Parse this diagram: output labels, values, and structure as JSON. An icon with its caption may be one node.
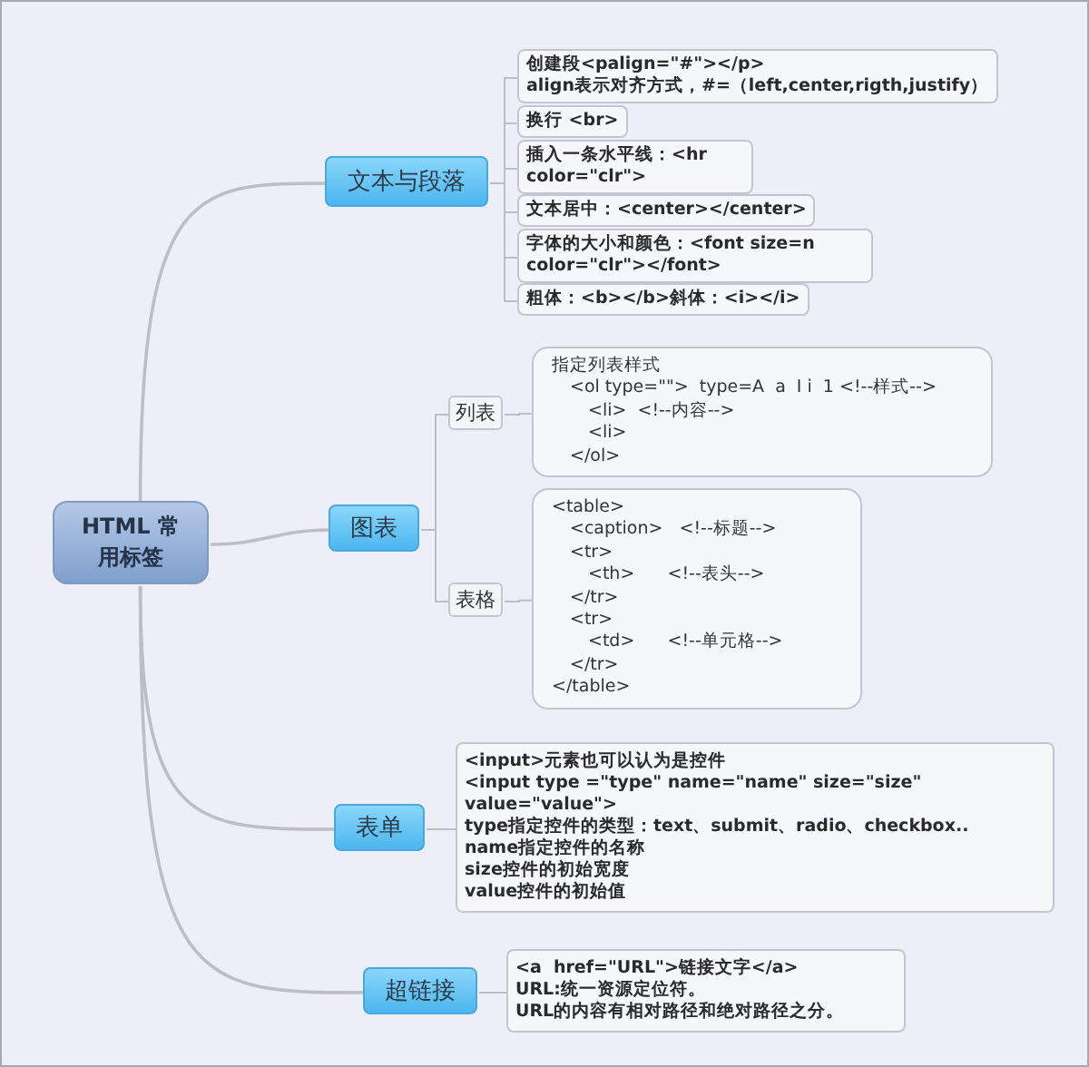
{
  "diagram": {
    "nodes": [
      {
        "text": [
          "HTML 常用标签"
        ]
      },
      {
        "text": [
          "文本与段落"
        ]
      },
      {
        "text": [
          "创建段<palign=\"#\"></p>",
          "align表示对齐方式，#=（left,center,rigth,justify）"
        ]
      },
      {
        "text": [
          "换行 <br>"
        ]
      },
      {
        "text": [
          "插入一条水平线：<hr color=\"clr\">"
        ]
      },
      {
        "text": [
          "文本居中：<center></center>"
        ]
      },
      {
        "text": [
          "字体的大小和颜色：<font size=n color=\"clr\"></font>"
        ]
      },
      {
        "text": [
          "粗体：<b></b>斜体：<i></i>"
        ]
      },
      {
        "text": [
          "图表"
        ]
      },
      {
        "text": [
          "列表"
        ]
      },
      {
        "text": [
          "指定列表样式",
          "<ol type=\"\">  type=A  a  I i  1 <!--样式-->",
          "<li>  <!--内容-->",
          "<li>",
          "</ol>"
        ]
      },
      {
        "text": [
          "表格"
        ]
      },
      {
        "text": [
          "<table>",
          "<caption>   <!--标题-->",
          "<tr>",
          "<th>      <!--表头-->",
          "</tr>",
          "<tr>",
          "<td>      <!--单元格-->",
          "</tr>",
          "</table>"
        ]
      },
      {
        "text": [
          "表单"
        ]
      },
      {
        "text": [
          "<input>元素也可以认为是控件",
          "<input type =\"type\" name=\"name\" size=\"size\" value=\"value\">",
          "type指定控件的类型：text、submit、radio、checkbox..",
          "name指定控件的名称",
          "size控件的初始宽度",
          "value控件的初始值"
        ]
      },
      {
        "text": [
          "超链接"
        ]
      },
      {
        "text": [
          "<a  href=\"URL\">链接文字</a>",
          "URL:统一资源定位符。",
          "URL的内容有相对路径和绝对路径之分。"
        ]
      }
    ],
    "edges": [
      {
        "from": 0,
        "to": 1,
        "arrow": "none"
      },
      {
        "from": 1,
        "to": 2,
        "arrow": "none"
      },
      {
        "from": 1,
        "to": 3,
        "arrow": "none"
      },
      {
        "from": 1,
        "to": 4,
        "arrow": "none"
      },
      {
        "from": 1,
        "to": 5,
        "arrow": "none"
      },
      {
        "from": 1,
        "to": 6,
        "arrow": "none"
      },
      {
        "from": 1,
        "to": 7,
        "arrow": "none"
      },
      {
        "from": 0,
        "to": 8,
        "arrow": "none"
      },
      {
        "from": 8,
        "to": 9,
        "arrow": "none"
      },
      {
        "from": 9,
        "to": 10,
        "arrow": "none"
      },
      {
        "from": 8,
        "to": 11,
        "arrow": "none"
      },
      {
        "from": 11,
        "to": 12,
        "arrow": "none"
      },
      {
        "from": 0,
        "to": 13,
        "arrow": "none"
      },
      {
        "from": 13,
        "to": 14,
        "arrow": "none"
      },
      {
        "from": 0,
        "to": 15,
        "arrow": "none"
      },
      {
        "from": 15,
        "to": 16,
        "arrow": "none"
      }
    ]
  }
}
